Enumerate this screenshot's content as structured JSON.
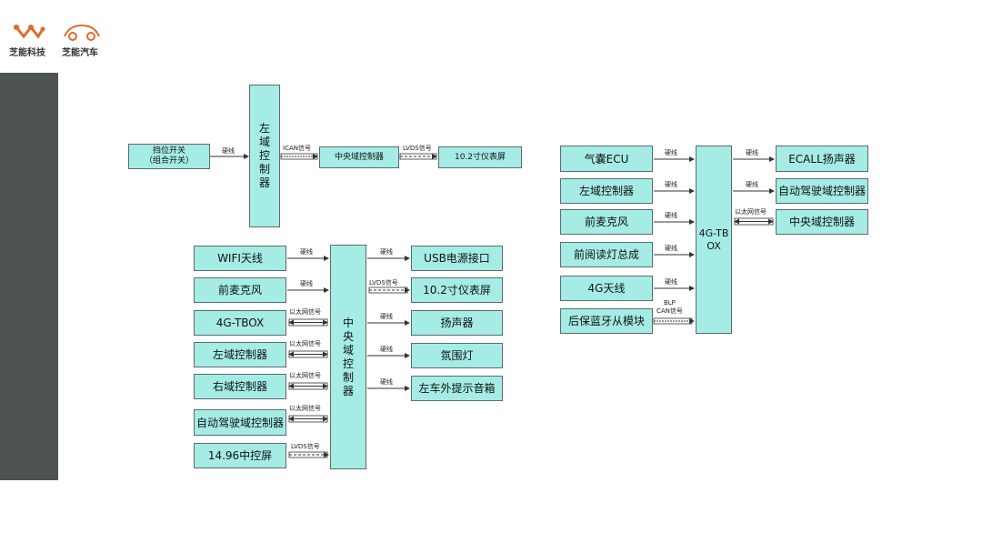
{
  "logos": {
    "left_text": "芝能科技",
    "right_text": "芝能汽车",
    "accent_color": "#e06a2c"
  },
  "diagram1": {
    "gear_switch": "挡位开关\n（组合开关）",
    "left_domain": "左域控制器",
    "central_domain": "中央域控制器",
    "cluster": "10.2寸仪表屏",
    "edge_hardwire": "硬线",
    "edge_ican": "ICAN信号",
    "edge_lvds": "LVDS信号"
  },
  "diagram2": {
    "center": "中央域控制器",
    "inputs": [
      "WIFI天线",
      "前麦克风",
      "4G-TBOX",
      "左域控制器",
      "右域控制器",
      "自动驾驶域控制器",
      "14.96中控屏"
    ],
    "input_edges": [
      "硬线",
      "硬线",
      "以太网信号",
      "以太网信号",
      "以太网信号",
      "以太网信号",
      "LVDS信号"
    ],
    "outputs": [
      "USB电源接口",
      "10.2寸仪表屏",
      "扬声器",
      "氛围灯",
      "左车外提示音箱"
    ],
    "output_edges": [
      "硬线",
      "LVDS信号",
      "硬线",
      "硬线",
      "硬线"
    ]
  },
  "diagram3": {
    "center": "4G-TBOX",
    "inputs": [
      "气囊ECU",
      "左域控制器",
      "前麦克风",
      "前阅读灯总成",
      "4G天线",
      "后保蓝牙从模块"
    ],
    "input_edges": [
      "硬线",
      "硬线",
      "硬线",
      "硬线",
      "硬线",
      "BLP\nCAN信号"
    ],
    "outputs": [
      "ECALL扬声器",
      "自动驾驶域控制器",
      "中央域控制器"
    ],
    "output_edges": [
      "硬线",
      "硬线",
      "以太网信号"
    ]
  }
}
